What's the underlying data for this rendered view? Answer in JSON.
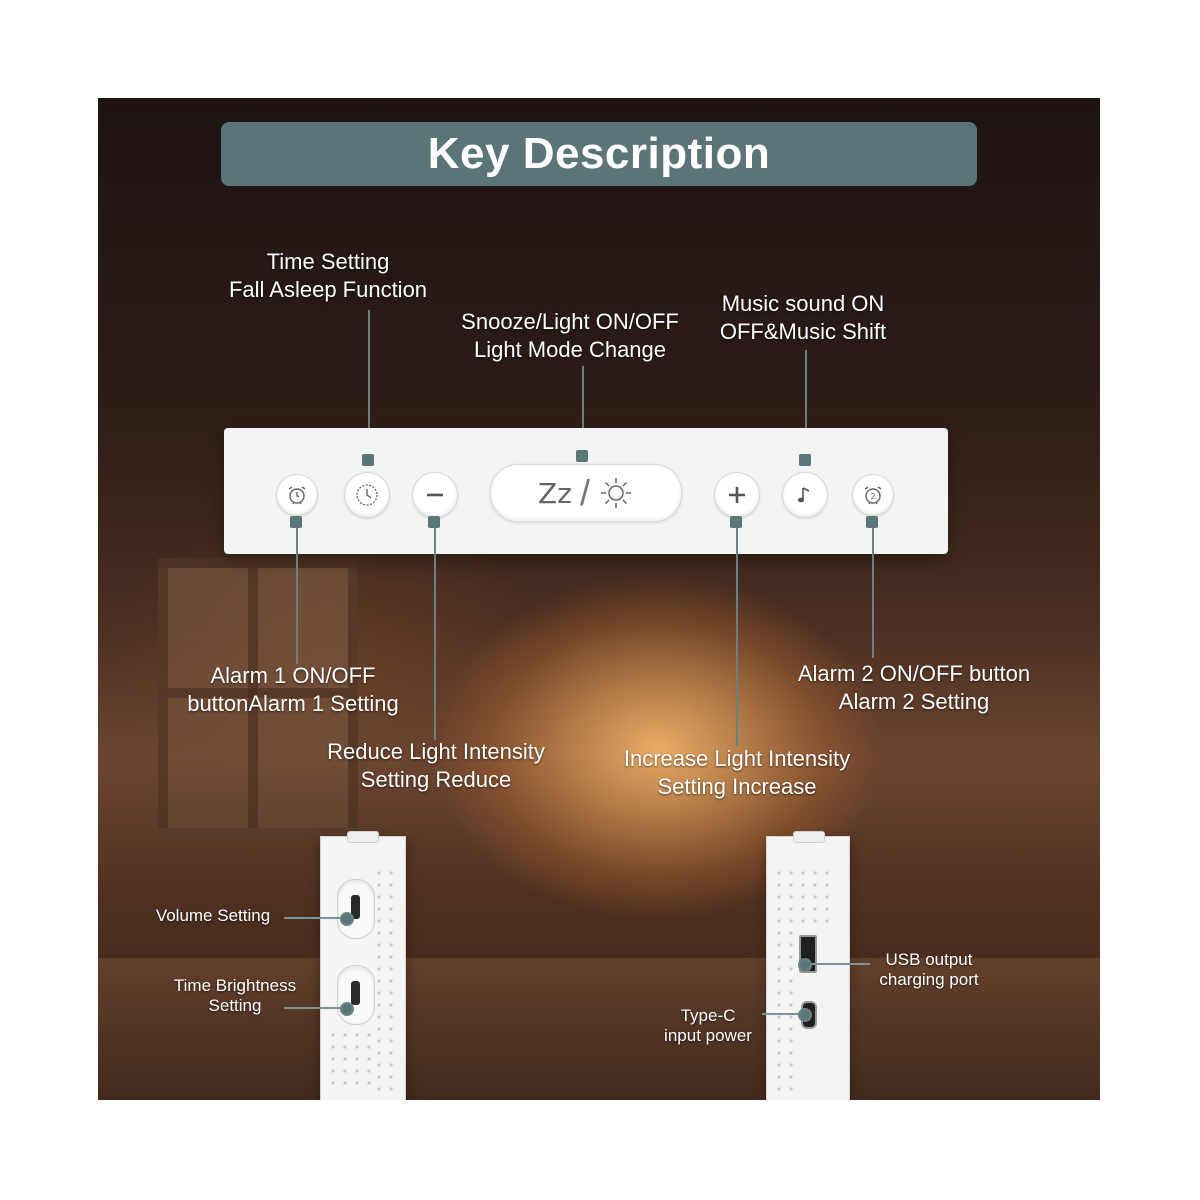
{
  "title": "Key Description",
  "panel_buttons": {
    "zz_label": "Zz"
  },
  "labels": {
    "time_setting": [
      "Time Setting",
      "Fall Asleep Function"
    ],
    "snooze": [
      "Snooze/Light ON/OFF",
      "Light Mode Change"
    ],
    "music": [
      "Music sound ON",
      "OFF&Music Shift"
    ],
    "alarm1": [
      "Alarm 1 ON/OFF",
      "buttonAlarm 1 Setting"
    ],
    "reduce": [
      "Reduce Light Intensity",
      "Setting Reduce"
    ],
    "increase": [
      "Increase Light Intensity",
      "Setting Increase"
    ],
    "alarm2": [
      "Alarm 2 ON/OFF button",
      "Alarm 2 Setting"
    ]
  },
  "side_labels": {
    "volume": "Volume Setting",
    "time_brightness": [
      "Time Brightness",
      "Setting"
    ],
    "usb": [
      "USB output",
      "charging port"
    ],
    "typec": [
      "Type-C",
      "input power"
    ]
  },
  "icons": {
    "alarm1": "alarm-clock-icon",
    "timer": "clock-icon",
    "minus": "minus-icon",
    "snooze_light": "sun-icon",
    "plus": "plus-icon",
    "music": "music-note-icon",
    "alarm2": "alarm-clock-2-icon"
  },
  "colors": {
    "accent": "#5a7478",
    "panel": "#f3f4f4"
  }
}
